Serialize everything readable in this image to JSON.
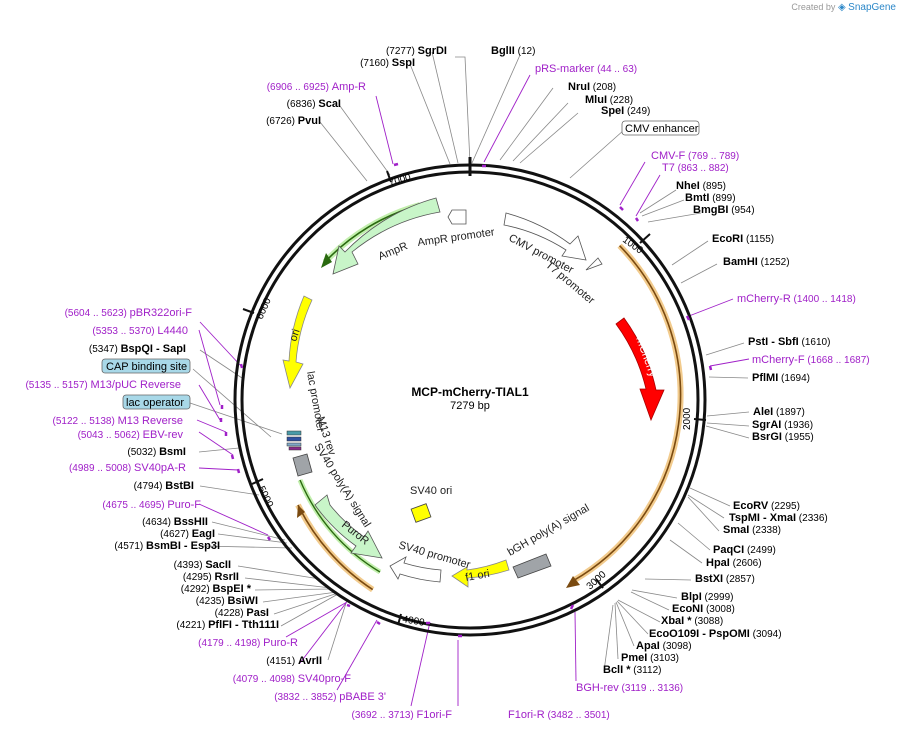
{
  "branding": {
    "created_by": "Created by",
    "app": "SnapGene"
  },
  "map": {
    "name": "MCP-mCherry-TIAL1",
    "size": "7279 bp",
    "ticks": [
      "1000",
      "2000",
      "3000",
      "4000",
      "5000",
      "6000",
      "7000"
    ]
  },
  "enzymes_right": [
    {
      "name": "BglII",
      "pos": "(12)"
    },
    {
      "name": "NruI",
      "pos": "(208)"
    },
    {
      "name": "MluI",
      "pos": "(228)"
    },
    {
      "name": "SpeI",
      "pos": "(249)"
    },
    {
      "name": "NheI",
      "pos": "(895)"
    },
    {
      "name": "BmtI",
      "pos": "(899)"
    },
    {
      "name": "BmgBI",
      "pos": "(954)"
    },
    {
      "name": "EcoRI",
      "pos": "(1155)"
    },
    {
      "name": "BamHI",
      "pos": "(1252)"
    },
    {
      "name": "PstI  - SbfI",
      "pos": "(1610)"
    },
    {
      "name": "PflMI",
      "pos": "(1694)"
    },
    {
      "name": "AleI",
      "pos": "(1897)"
    },
    {
      "name": "SgrAI",
      "pos": "(1936)"
    },
    {
      "name": "BsrGI",
      "pos": "(1955)"
    },
    {
      "name": "EcoRV",
      "pos": "(2295)"
    },
    {
      "name": "TspMI  - XmaI",
      "pos": "(2336)"
    },
    {
      "name": "SmaI",
      "pos": "(2338)"
    },
    {
      "name": "PaqCI",
      "pos": "(2499)"
    },
    {
      "name": "HpaI",
      "pos": "(2606)"
    },
    {
      "name": "BstXI",
      "pos": "(2857)"
    },
    {
      "name": "BlpI",
      "pos": "(2999)"
    },
    {
      "name": "EcoNI",
      "pos": "(3008)"
    },
    {
      "name": "XbaI *",
      "pos": "(3088)"
    },
    {
      "name": "EcoO109I  - PspOMI",
      "pos": "(3094)"
    },
    {
      "name": "ApaI",
      "pos": "(3098)"
    },
    {
      "name": "PmeI",
      "pos": "(3103)"
    },
    {
      "name": "BclI *",
      "pos": "(3112)"
    }
  ],
  "enzymes_left": [
    {
      "name": "SgrDI",
      "pos": "(7277)"
    },
    {
      "name": "SspI",
      "pos": "(7160)"
    },
    {
      "name": "ScaI",
      "pos": "(6836)"
    },
    {
      "name": "PvuI",
      "pos": "(6726)"
    },
    {
      "name": "BspQI  - SapI",
      "pos": "(5347)"
    },
    {
      "name": "BsmI",
      "pos": "(5032)"
    },
    {
      "name": "BstBI",
      "pos": "(4794)"
    },
    {
      "name": "BssHII",
      "pos": "(4634)"
    },
    {
      "name": "EagI",
      "pos": "(4627)"
    },
    {
      "name": "BsmBI  - Esp3I",
      "pos": "(4571)"
    },
    {
      "name": "SacII",
      "pos": "(4393)"
    },
    {
      "name": "RsrII",
      "pos": "(4295)"
    },
    {
      "name": "BspEI *",
      "pos": "(4292)"
    },
    {
      "name": "BsiWI",
      "pos": "(4235)"
    },
    {
      "name": "PasI",
      "pos": "(4228)"
    },
    {
      "name": "PflFI  - Tth111I",
      "pos": "(4221)"
    },
    {
      "name": "AvrII",
      "pos": "(4151)"
    }
  ],
  "primers": [
    {
      "name": "pRS-marker",
      "pos": "(44 .. 63)"
    },
    {
      "name": "CMV-F",
      "pos": "(769 .. 789)"
    },
    {
      "name": "T7",
      "pos": "(863 .. 882)"
    },
    {
      "name": "mCherry-R",
      "pos": "(1400 .. 1418)"
    },
    {
      "name": "mCherry-F",
      "pos": "(1668 .. 1687)"
    },
    {
      "name": "BGH-rev",
      "pos": "(3119 .. 3136)"
    },
    {
      "name": "F1ori-R",
      "pos": "(3482 .. 3501)"
    },
    {
      "name": "F1ori-F",
      "pos": "(3692 .. 3713)"
    },
    {
      "name": "pBABE 3'",
      "pos": "(3832 .. 3852)"
    },
    {
      "name": "SV40pro-F",
      "pos": "(4079 .. 4098)"
    },
    {
      "name": "Puro-R",
      "pos": "(4179 .. 4198)"
    },
    {
      "name": "Puro-F",
      "pos": "(4675 .. 4695)"
    },
    {
      "name": "SV40pA-R",
      "pos": "(4989 .. 5008)"
    },
    {
      "name": "EBV-rev",
      "pos": "(5043 .. 5062)"
    },
    {
      "name": "M13 Reverse",
      "pos": "(5122 .. 5138)"
    },
    {
      "name": "M13/pUC Reverse",
      "pos": "(5135 .. 5157)"
    },
    {
      "name": "L4440",
      "pos": "(5353 .. 5370)"
    },
    {
      "name": "pBR322ori-F",
      "pos": "(5604 .. 5623)"
    },
    {
      "name": "Amp-R",
      "pos": "(6906 .. 6925)"
    }
  ],
  "boxed_labels": {
    "cmv_enhancer": "CMV enhancer",
    "cap_site": "CAP binding site",
    "lac_operator": "lac operator"
  },
  "features": {
    "ampr": "AmpR",
    "ampr_promoter": "AmpR promoter",
    "cmv_promoter": "CMV promoter",
    "t7_promoter": "T7 promoter",
    "mcherry": "mCherry",
    "ori": "ori",
    "lac_promoter": "lac promoter",
    "m13_rev": "M13 rev",
    "sv40_polya": "SV40 poly(A) signal",
    "puror": "PuroR",
    "sv40_ori": "SV40 ori",
    "sv40_promoter": "SV40 promoter",
    "bgh_polya": "bGH poly(A) signal",
    "f1_ori": "f1 ori"
  },
  "colors": {
    "enzyme": "#000000",
    "primer": "#a020c8",
    "mcherry": "#ff0000",
    "ori": "#ffff00",
    "ampr": "#c8f5c8",
    "grey": "#a0a4a8",
    "orf": "#e8a030",
    "boxed_blue": "#a8d8e8"
  }
}
